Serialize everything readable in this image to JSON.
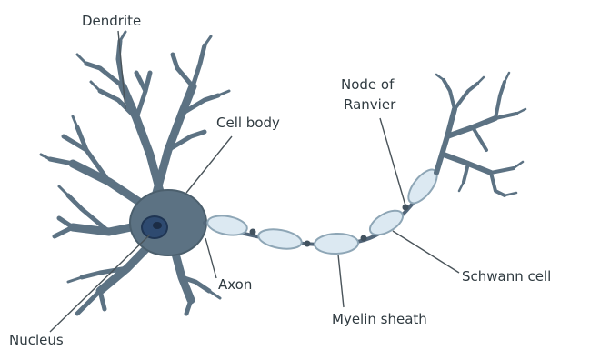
{
  "labels": {
    "dendrite": "Dendrite",
    "node_of_ranvier_line1": "Node of",
    "node_of_ranvier_line2": "Ranvier",
    "cell_body": "Cell body",
    "axon": "Axon",
    "schwann_cell": "Schwann cell",
    "myelin_sheath": "Myelin sheath",
    "nucleus": "Nucleus"
  },
  "colors": {
    "neuron_body": "#5c7283",
    "nucleus": "#2e4a70",
    "myelin": "#dce9f2",
    "label_text": "#2f3a40"
  }
}
